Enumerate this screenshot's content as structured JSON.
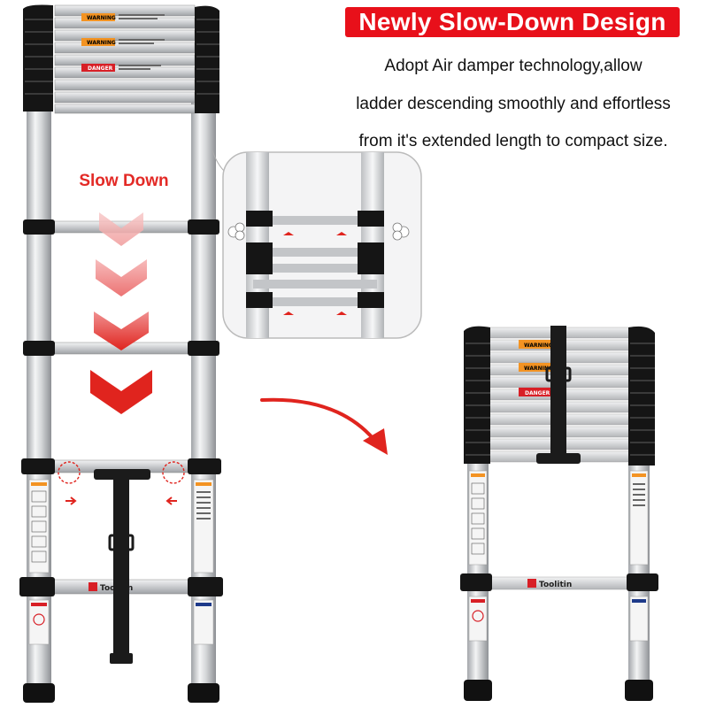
{
  "banner": {
    "title": "Newly Slow-Down Design"
  },
  "description": {
    "line1": "Adopt Air damper technology,allow",
    "line2": "ladder descending smoothly and effortless",
    "line3": "from it's extended length to compact size."
  },
  "extended_ladder": {
    "slow_down_label": "Slow Down",
    "warning_label": "WARNING",
    "danger_label": "DANGER",
    "brand": "Toolitin"
  },
  "compact_ladder": {
    "warning_label": "WARNING",
    "danger_label": "DANGER",
    "brand": "Toolitin"
  },
  "colors": {
    "accent_red": "#e8101a",
    "chevron_red": "#e0241e",
    "rail_black": "#111111",
    "aluminum": "#d9dadc"
  }
}
